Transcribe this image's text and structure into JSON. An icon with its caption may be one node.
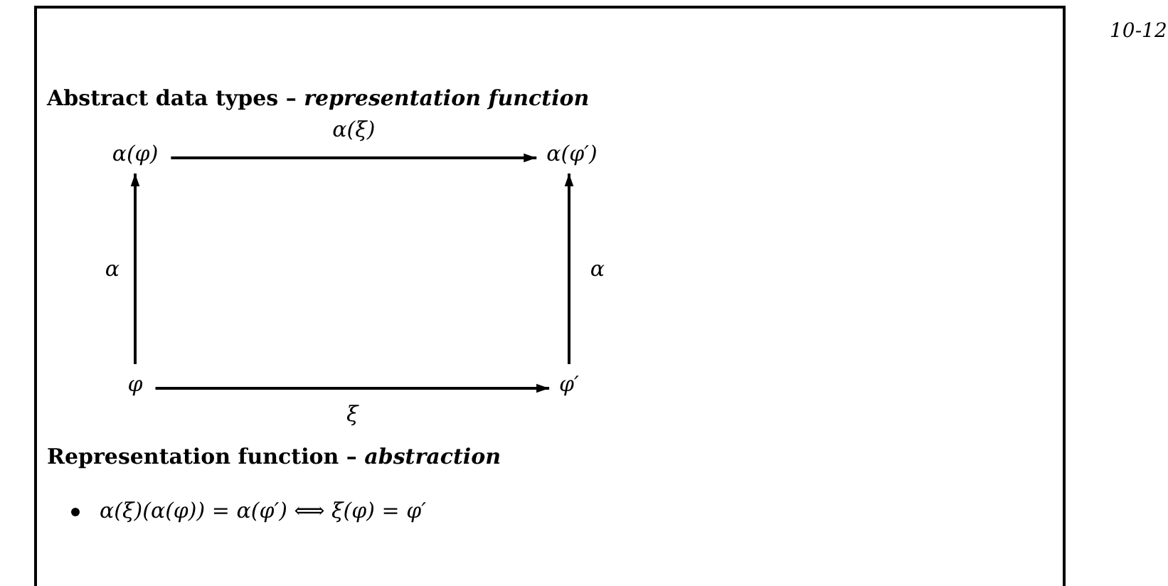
{
  "diagram": {
    "title": "Abstract data types – *representation function*",
    "nodes": [
      {
        "text": [
          "α(φ)"
        ]
      },
      {
        "text": [
          "α(φ′)"
        ]
      },
      {
        "text": [
          "φ"
        ]
      },
      {
        "text": [
          "φ′"
        ]
      }
    ],
    "edges": [
      {
        "from": 0,
        "to": 1,
        "arrow": "to",
        "label": "α(ξ)"
      },
      {
        "from": 2,
        "to": 0,
        "arrow": "to",
        "label": "α"
      },
      {
        "from": 3,
        "to": 1,
        "arrow": "to",
        "label": "α"
      },
      {
        "from": 2,
        "to": 3,
        "arrow": "to",
        "label": "ξ"
      }
    ],
    "labels": [
      "10-12",
      "Representation function – *abstraction*",
      "α(ξ)(α(φ)) = α(φ′) ⟺ ξ(φ) = φ′"
    ]
  }
}
